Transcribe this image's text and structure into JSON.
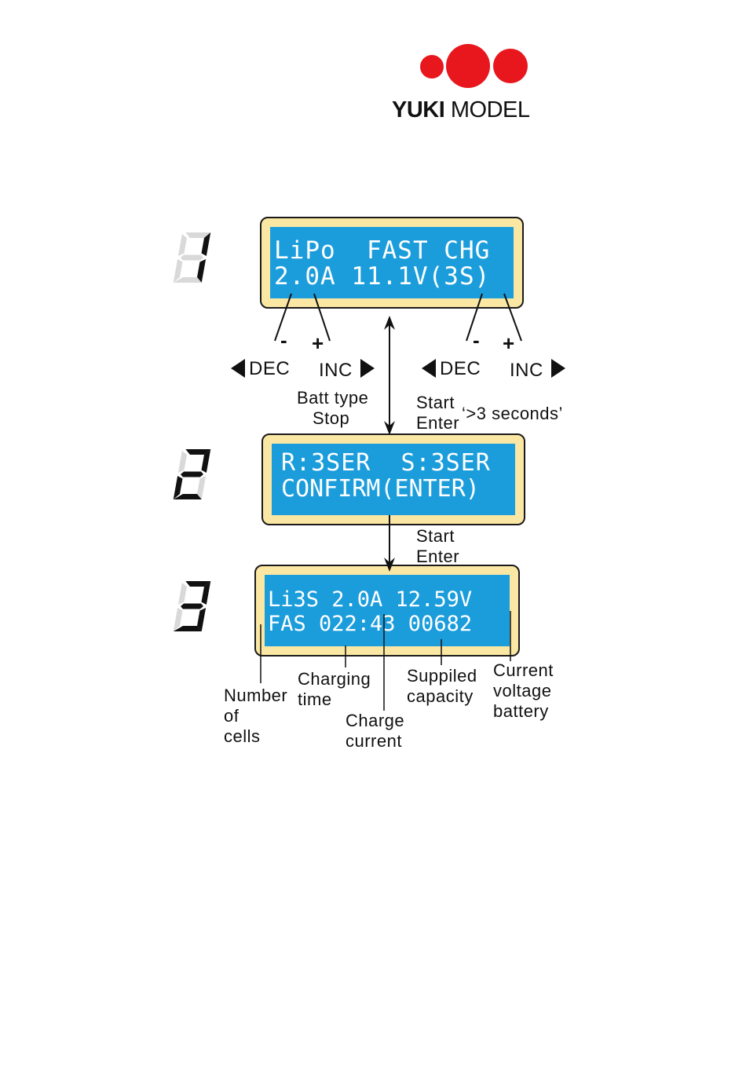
{
  "logo": {
    "brand_bold": "YUKI",
    "brand_light": "MODEL",
    "dot_color": "#e8171e"
  },
  "colors": {
    "lcd_screen": "#1c9ddb",
    "lcd_frame": "#fbe7a4",
    "digit_on": "#111111",
    "digit_off": "#d9d9d9"
  },
  "steps": [
    {
      "number": "1",
      "lcd_line1": "LiPo  FAST CHG",
      "lcd_line2": "2.0A 11.1V(3S)"
    },
    {
      "number": "2",
      "lcd_line1": "R:3SER  S:3SER",
      "lcd_line2": "CONFIRM(ENTER)"
    },
    {
      "number": "3",
      "lcd_line1": "Li3S 2.0A 12.59V",
      "lcd_line2": "FAS 022:43 00682"
    }
  ],
  "controls": {
    "minus": "-",
    "plus": "+",
    "dec": "DEC",
    "inc": "INC",
    "batt_type": "Batt type",
    "stop": "Stop",
    "start": "Start",
    "enter": "Enter",
    "hold": "‘>3 seconds’"
  },
  "annotations": {
    "cells_1": "Number",
    "cells_2": "of",
    "cells_3": "cells",
    "time_1": "Charging",
    "time_2": "time",
    "current_1": "Charge",
    "current_2": "current",
    "capacity_1": "Suppiled",
    "capacity_2": "capacity",
    "voltage_1": "Current",
    "voltage_2": "voltage",
    "voltage_3": "battery"
  }
}
